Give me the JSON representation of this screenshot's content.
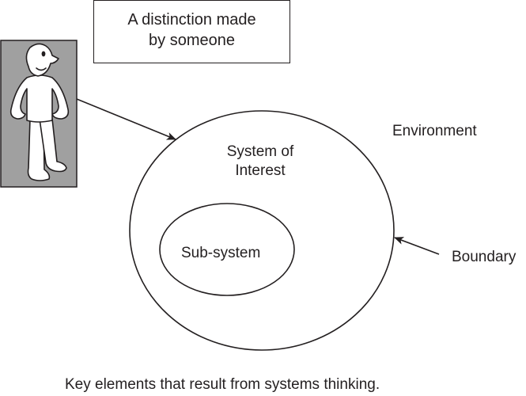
{
  "figure": {
    "distinction_box": {
      "line1": "A distinction made",
      "line2": "by someone"
    },
    "system_of_interest": {
      "line1": "System of",
      "line2": "Interest"
    },
    "subsystem_label": "Sub-system",
    "environment_label": "Environment",
    "boundary_label": "Boundary",
    "observer": "person-figure",
    "caption": "Key elements that result from systems thinking."
  },
  "colors": {
    "ink": "#231f20",
    "observer_background": "#a0a0a0",
    "figure_fill": "#ffffff"
  }
}
